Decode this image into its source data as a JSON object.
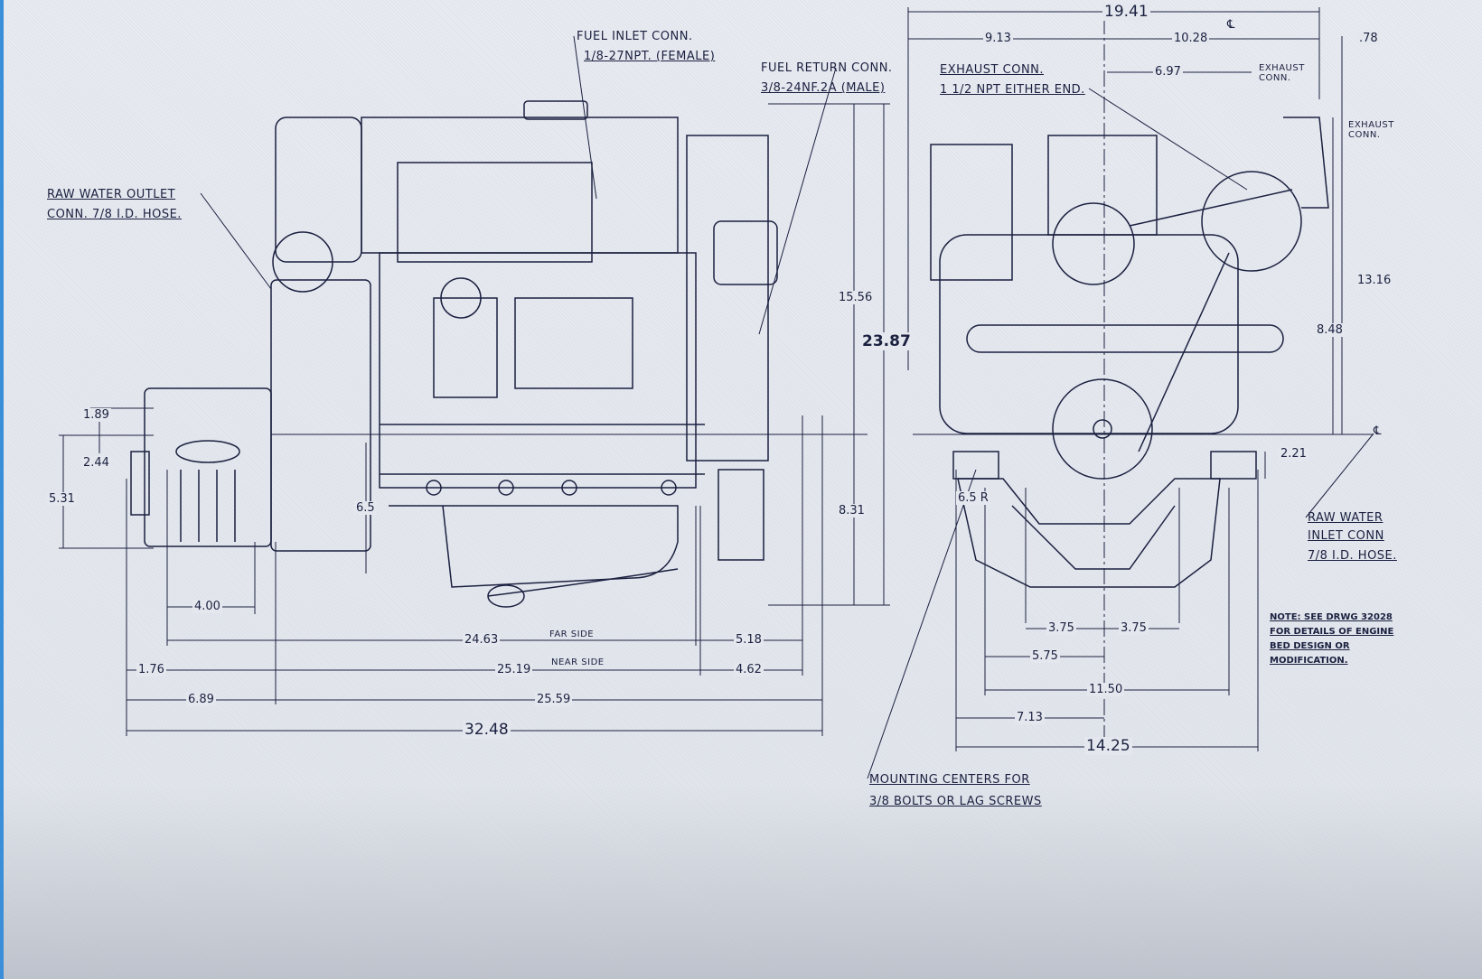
{
  "callouts": {
    "raw_water_outlet": [
      "RAW WATER OUTLET",
      "CONN. 7/8 I.D. HOSE."
    ],
    "fuel_inlet": [
      "FUEL INLET CONN.",
      "1/8-27NPT. (FEMALE)"
    ],
    "fuel_return": [
      "FUEL RETURN CONN.",
      "3/8-24NF.2A (MALE)"
    ],
    "exhaust_conn": [
      "EXHAUST CONN.",
      "1 1/2 NPT EITHER END."
    ],
    "exhaust_conn_small_top": "EXHAUST CONN.",
    "exhaust_conn_small_right": "EXHAUST CONN.",
    "raw_water_inlet": [
      "RAW WATER",
      "INLET CONN",
      "7/8 I.D. HOSE."
    ],
    "mounting": [
      "MOUNTING CENTERS FOR",
      "3/8 BOLTS OR LAG SCREWS"
    ],
    "far_side": "FAR SIDE",
    "near_side": "NEAR SIDE",
    "radius": "6.5 R",
    "centerline": "℄"
  },
  "note": [
    "NOTE: SEE DRWG 32028",
    "FOR DETAILS OF ENGINE",
    "BED DESIGN OR",
    "MODIFICATION."
  ],
  "side_view_dims": {
    "d_1_89": "1.89",
    "d_2_44": "2.44",
    "d_5_31": "5.31",
    "d_6_5": "6.5",
    "d_4_00": "4.00",
    "d_24_63": "24.63",
    "d_5_18": "5.18",
    "d_1_76": "1.76",
    "d_25_19": "25.19",
    "d_4_62": "4.62",
    "d_6_89": "6.89",
    "d_25_59": "25.59",
    "d_32_48": "32.48",
    "d_15_56": "15.56",
    "d_23_87": "23.87",
    "d_8_31": "8.31"
  },
  "end_view_dims": {
    "d_19_41": "19.41",
    "d_9_13": "9.13",
    "d_10_28": "10.28",
    "d_0_78": ".78",
    "d_6_97": "6.97",
    "d_13_16": "13.16",
    "d_8_48": "8.48",
    "d_2_21": "2.21",
    "d_3_75_l": "3.75",
    "d_3_75_r": "3.75",
    "d_5_75": "5.75",
    "d_11_50": "11.50",
    "d_7_13": "7.13",
    "d_14_25": "14.25"
  },
  "colors": {
    "ink": "#1b2040",
    "paper": "#e4e8ee"
  }
}
